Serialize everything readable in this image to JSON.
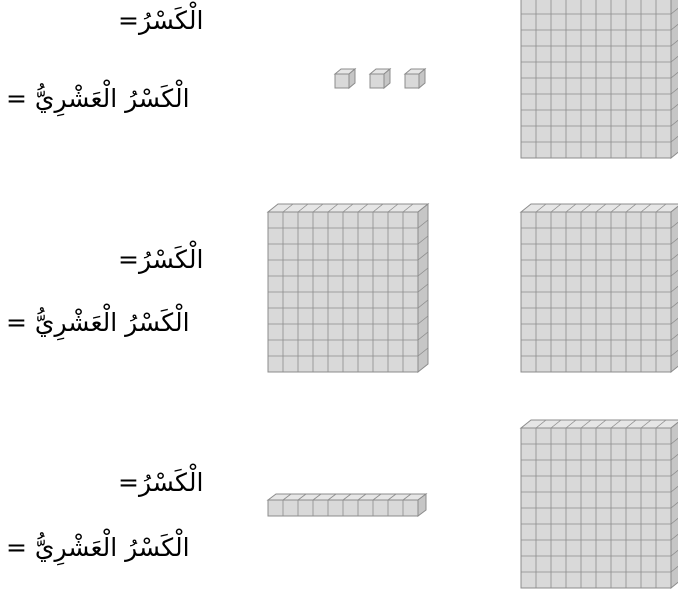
{
  "rows": [
    {
      "fraction_label": "الْكَسْرُ",
      "decimal_label": "الْكَسْرُ الْعَشْرِيُّ",
      "equals": "=",
      "blocks": {
        "hundreds": 1,
        "tens": 0,
        "ones": 3
      }
    },
    {
      "fraction_label": "الْكَسْرُ",
      "decimal_label": "الْكَسْرُ الْعَشْرِيُّ",
      "equals": "=",
      "blocks": {
        "hundreds": 2,
        "tens": 0,
        "ones": 0
      }
    },
    {
      "fraction_label": "الْكَسْرُ",
      "decimal_label": "الْكَسْرُ الْعَشْرِيُّ",
      "equals": "=",
      "blocks": {
        "hundreds": 1,
        "tens": 1,
        "ones": 0
      }
    }
  ],
  "colors": {
    "block_fill": "#d9d9d9",
    "block_top": "#e6e6e6",
    "block_side": "#c6c6c6",
    "block_stroke": "#8c8c8c"
  }
}
